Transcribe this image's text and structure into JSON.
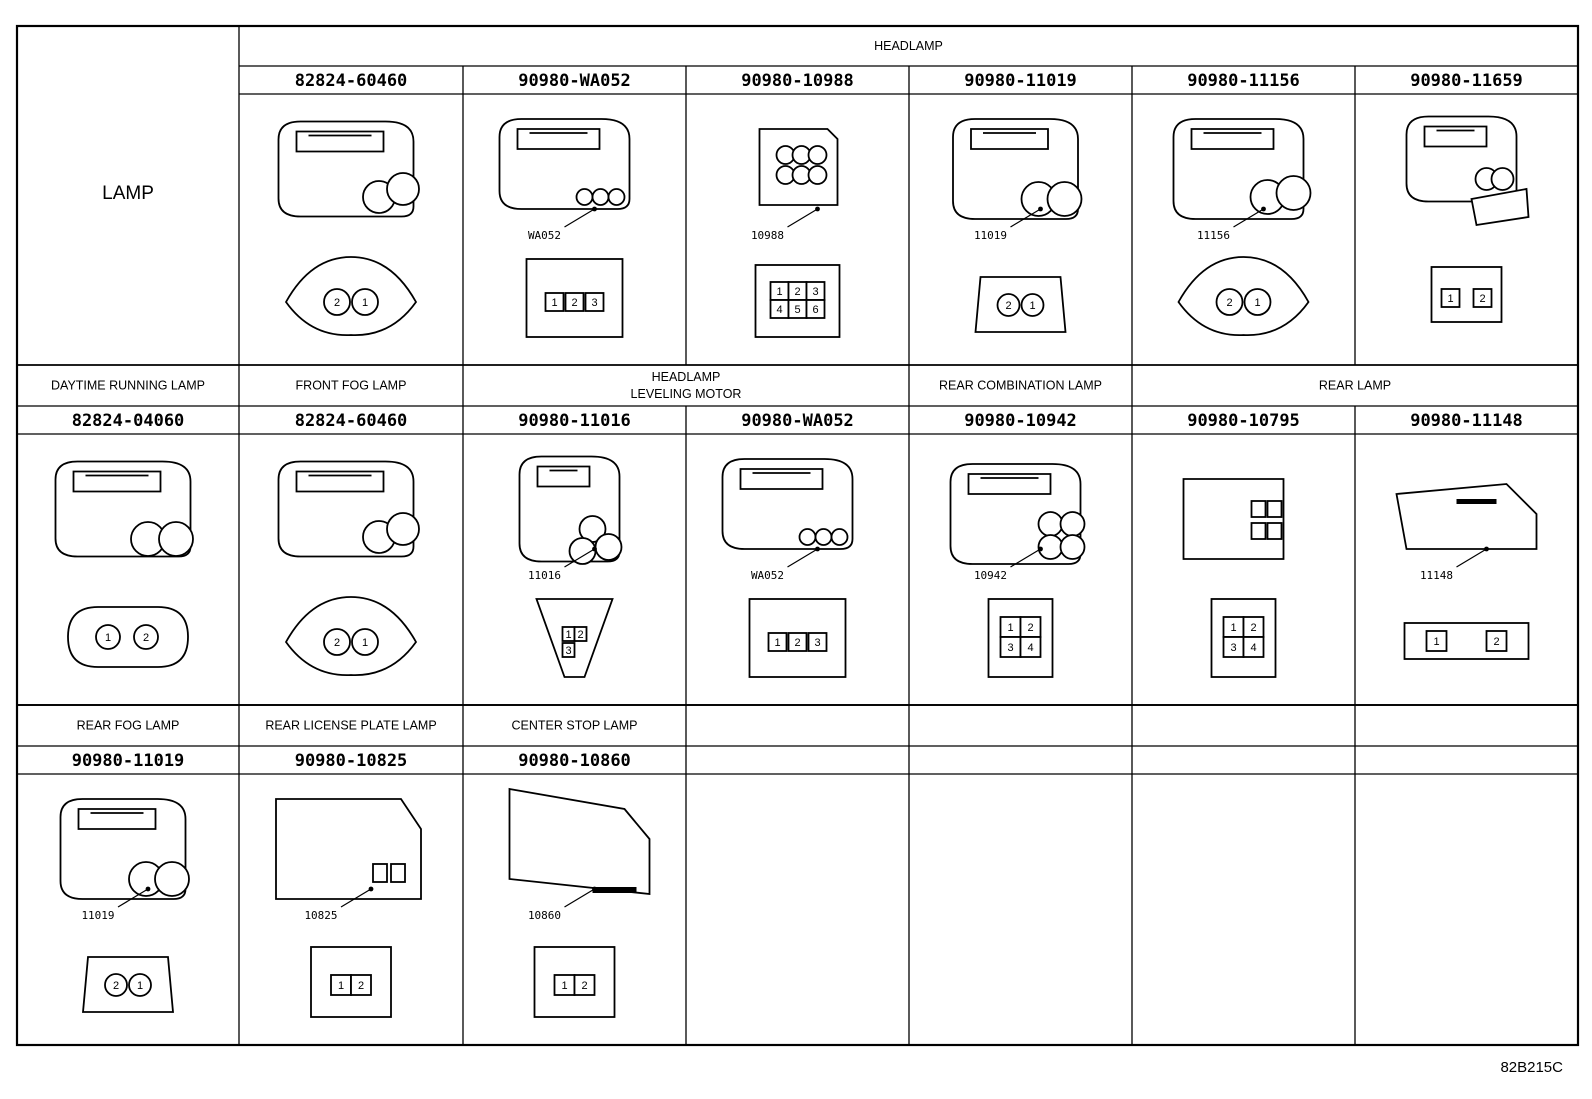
{
  "corner_label": "LAMP",
  "figure_id": "82B215C",
  "rows": [
    {
      "headers": [
        {
          "text": "HEADLAMP",
          "span": 6,
          "start": 1
        }
      ],
      "cells": [
        {
          "part": "",
          "cat": "",
          "connector": null
        },
        {
          "part": "82824-60460",
          "connector": {
            "style": "oval2",
            "pins": [
              "2",
              "1"
            ],
            "callout": ""
          }
        },
        {
          "part": "90980-WA052",
          "connector": {
            "style": "rect3",
            "pins": [
              "1",
              "2",
              "3"
            ],
            "callout": "WA052"
          }
        },
        {
          "part": "90980-10988",
          "connector": {
            "style": "grid6",
            "pins": [
              "1",
              "2",
              "3",
              "4",
              "5",
              "6"
            ],
            "callout": "10988"
          }
        },
        {
          "part": "90980-11019",
          "connector": {
            "style": "round2",
            "pins": [
              "2",
              "1"
            ],
            "callout": "11019"
          }
        },
        {
          "part": "90980-11156",
          "connector": {
            "style": "oval2b",
            "pins": [
              "2",
              "1"
            ],
            "callout": "11156"
          }
        },
        {
          "part": "90980-11659",
          "connector": {
            "style": "clip2",
            "pins": [
              "1",
              "2"
            ],
            "callout": ""
          }
        }
      ]
    },
    {
      "headers": [
        {
          "text": "DAYTIME RUNNING LAMP",
          "span": 1,
          "start": 0
        },
        {
          "text": "FRONT FOG LAMP",
          "span": 1,
          "start": 1
        },
        {
          "text": "HEADLAMP\nLEVELING MOTOR",
          "span": 2,
          "start": 2
        },
        {
          "text": "REAR COMBINATION LAMP",
          "span": 1,
          "start": 4
        },
        {
          "text": "REAR LAMP",
          "span": 2,
          "start": 5
        }
      ],
      "cells": [
        {
          "part": "82824-04060",
          "connector": {
            "style": "capsule2",
            "pins": [
              "1",
              "2"
            ],
            "callout": ""
          }
        },
        {
          "part": "82824-60460",
          "connector": {
            "style": "oval2",
            "pins": [
              "2",
              "1"
            ],
            "callout": ""
          }
        },
        {
          "part": "90980-11016",
          "connector": {
            "style": "tri3",
            "pins": [
              "1",
              "2",
              "3"
            ],
            "callout": "11016"
          }
        },
        {
          "part": "90980-WA052",
          "connector": {
            "style": "rect3",
            "pins": [
              "1",
              "2",
              "3"
            ],
            "callout": "WA052"
          }
        },
        {
          "part": "90980-10942",
          "connector": {
            "style": "grid4",
            "pins": [
              "1",
              "2",
              "3",
              "4"
            ],
            "callout": "10942"
          }
        },
        {
          "part": "90980-10795",
          "connector": {
            "style": "grid4b",
            "pins": [
              "1",
              "2",
              "3",
              "4"
            ],
            "callout": ""
          }
        },
        {
          "part": "90980-11148",
          "connector": {
            "style": "flat2",
            "pins": [
              "1",
              "2"
            ],
            "callout": "11148"
          }
        }
      ]
    },
    {
      "headers": [
        {
          "text": "REAR FOG LAMP",
          "span": 1,
          "start": 0
        },
        {
          "text": "REAR LICENSE PLATE LAMP",
          "span": 1,
          "start": 1
        },
        {
          "text": "CENTER STOP LAMP",
          "span": 1,
          "start": 2
        },
        {
          "text": "",
          "span": 1,
          "start": 3
        },
        {
          "text": "",
          "span": 1,
          "start": 4
        },
        {
          "text": "",
          "span": 1,
          "start": 5
        },
        {
          "text": "",
          "span": 1,
          "start": 6
        }
      ],
      "cells": [
        {
          "part": "90980-11019",
          "connector": {
            "style": "round2",
            "pins": [
              "2",
              "1"
            ],
            "callout": "11019"
          }
        },
        {
          "part": "90980-10825",
          "connector": {
            "style": "box2",
            "pins": [
              "1",
              "2"
            ],
            "callout": "10825"
          }
        },
        {
          "part": "90980-10860",
          "connector": {
            "style": "box2b",
            "pins": [
              "1",
              "2"
            ],
            "callout": "10860"
          }
        },
        {
          "part": "",
          "connector": null
        },
        {
          "part": "",
          "connector": null
        },
        {
          "part": "",
          "connector": null
        },
        {
          "part": "",
          "connector": null
        }
      ]
    }
  ]
}
